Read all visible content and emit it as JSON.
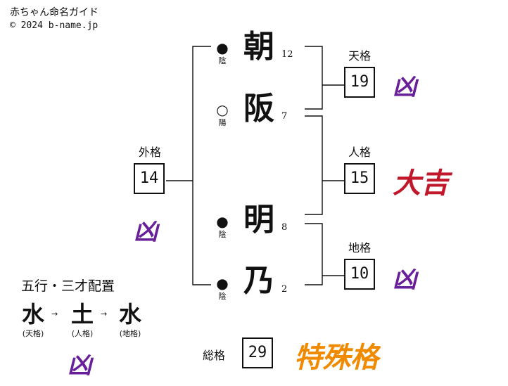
{
  "site": {
    "title": "赤ちゃん命名ガイド",
    "copyright": "© 2024 b-name.jp"
  },
  "name_chars": [
    {
      "char": "朝",
      "strokes": "12",
      "yinyang_symbol": "●",
      "yinyang_label": "陰"
    },
    {
      "char": "阪",
      "strokes": "7",
      "yinyang_symbol": "○",
      "yinyang_label": "陽"
    },
    {
      "char": "明",
      "strokes": "8",
      "yinyang_symbol": "●",
      "yinyang_label": "陰"
    },
    {
      "char": "乃",
      "strokes": "2",
      "yinyang_symbol": "●",
      "yinyang_label": "陰"
    }
  ],
  "kaku": {
    "tenkaku": {
      "label": "天格",
      "value": "19",
      "fortune": "凶"
    },
    "jinkaku": {
      "label": "人格",
      "value": "15",
      "fortune": "大吉"
    },
    "chikaku": {
      "label": "地格",
      "value": "10",
      "fortune": "凶"
    },
    "gaikaku": {
      "label": "外格",
      "value": "14",
      "fortune": "凶"
    },
    "soukaku": {
      "label": "総格",
      "value": "29",
      "fortune": "特殊格"
    }
  },
  "gogyo": {
    "title": "五行・三才配置",
    "elements": [
      "水",
      "土",
      "水"
    ],
    "arrow": "→",
    "sub_labels": [
      "(天格)",
      "(人格)",
      "(地格)"
    ],
    "fortune": "凶"
  },
  "colors": {
    "kyo": "#6a1f9a",
    "daikichi": "#c0182a",
    "tokushu": "#f08a00"
  }
}
